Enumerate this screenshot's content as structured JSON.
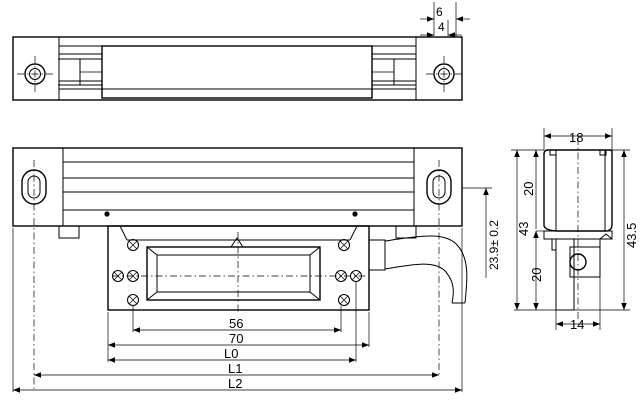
{
  "dimensions": {
    "top_offset_6": "6",
    "top_offset_4": "4",
    "width_18": "18",
    "height_20_upper": "20",
    "height_43": "43",
    "height_43_5": "43.5",
    "height_20_lower": "20",
    "width_14": "14",
    "height_23_9": "23.9± 0.2",
    "len_56": "56",
    "len_70": "70",
    "len_l0": "L0",
    "len_l1": "L1",
    "len_l2": "L2"
  }
}
